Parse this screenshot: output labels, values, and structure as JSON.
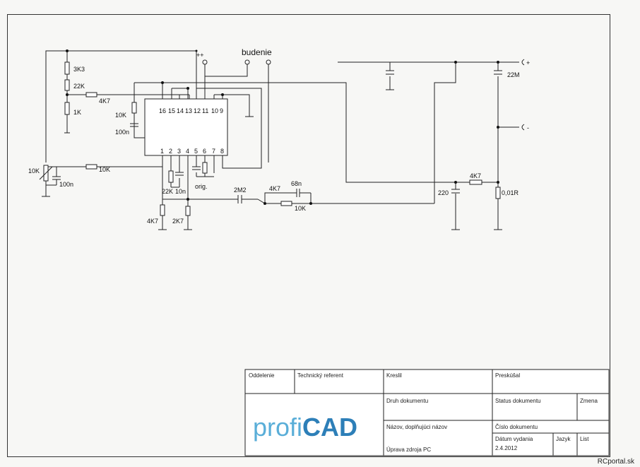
{
  "labels": {
    "vplus": "++",
    "budenie": "budenie",
    "r3k3": "3K3",
    "r22k_top": "22K",
    "r4k7_a": "4K7",
    "r1k": "1K",
    "r10k_left": "10K",
    "c100n_a": "100n",
    "pot10k": "10K",
    "c100n_b": "100n",
    "r10k_mid": "10K",
    "r22k_b": "22K",
    "c10n": "10n",
    "orig": "orig.",
    "r4k7_b": "4K7",
    "r2k7": "2K7",
    "c2m2": "2M2",
    "r4k7_c": "4K7",
    "c68n": "68n",
    "r10k_c": "10K",
    "c22m": "22M",
    "plus_out": "+",
    "minus_out": "-",
    "r4k7_d": "4K7",
    "c220": "220",
    "r001": "0,01R"
  },
  "ic_pins_top": [
    "16",
    "15",
    "14",
    "13",
    "12",
    "11",
    "10",
    "9"
  ],
  "ic_pins_bottom": [
    "1",
    "2",
    "3",
    "4",
    "5",
    "6",
    "7",
    "8"
  ],
  "title_block": {
    "oddelenie": "Oddelenie",
    "technicky_referent": "Technický referent",
    "kreslil": "Kreslil",
    "preskusal": "Preskúšal",
    "druh_dokumentu": "Druh dokumentu",
    "status_dokumentu": "Status dokumentu",
    "zmena": "Zmena",
    "nazov": "Názov, doplňujúci názov",
    "cislo_dokumentu": "Číslo dokumentu",
    "uprava": "Úprava zdroja PC",
    "datum_vydania": "Dátum vydania",
    "datum_value": "2.4.2012",
    "jazyk": "Jazyk",
    "list": "List",
    "logo_profi": "profi",
    "logo_cad": "CAD"
  },
  "watermark": "RCportal.sk"
}
